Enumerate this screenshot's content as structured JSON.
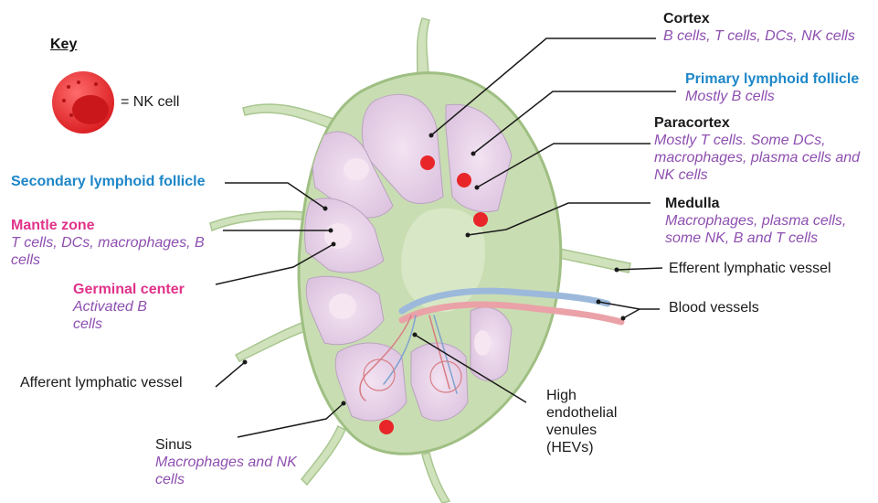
{
  "key": {
    "title": "Key",
    "nk_label": "= NK cell"
  },
  "labels": {
    "cortex": {
      "title": "Cortex",
      "desc": "B cells, T cells, DCs, NK cells"
    },
    "primary_follicle": {
      "title": "Primary lymphoid follicle",
      "desc": "Mostly B cells"
    },
    "paracortex": {
      "title": "Paracortex",
      "desc": "Mostly T cells. Some DCs, macrophages, plasma cells and NK cells"
    },
    "medulla": {
      "title": "Medulla",
      "desc": "Macrophages, plasma cells, some NK, B and T cells"
    },
    "secondary_follicle": {
      "title": "Secondary lymphoid follicle"
    },
    "mantle_zone": {
      "title": "Mantle zone",
      "desc": "T cells, DCs, macrophages, B cells"
    },
    "germinal_center": {
      "title": "Germinal center",
      "desc": "Activated B cells"
    },
    "efferent": {
      "text": "Efferent lymphatic vessel"
    },
    "blood_vessels": {
      "text": "Blood vessels"
    },
    "afferent": {
      "text": "Afferent lymphatic vessel"
    },
    "hev": {
      "text": "High endothelial venules (HEVs)"
    },
    "sinus": {
      "title": "Sinus",
      "desc": "Macrophages and NK cells"
    }
  },
  "colors": {
    "capsule": "#c9ddb2",
    "capsule_edge": "#9fbf83",
    "lobule": "#e7d5ea",
    "germinal": "#f6e6f1",
    "nk_cell": "#e8262a",
    "title_blue": "#1d86c8",
    "title_pink": "#e0338a",
    "desc_purple": "#8e4fb0"
  }
}
